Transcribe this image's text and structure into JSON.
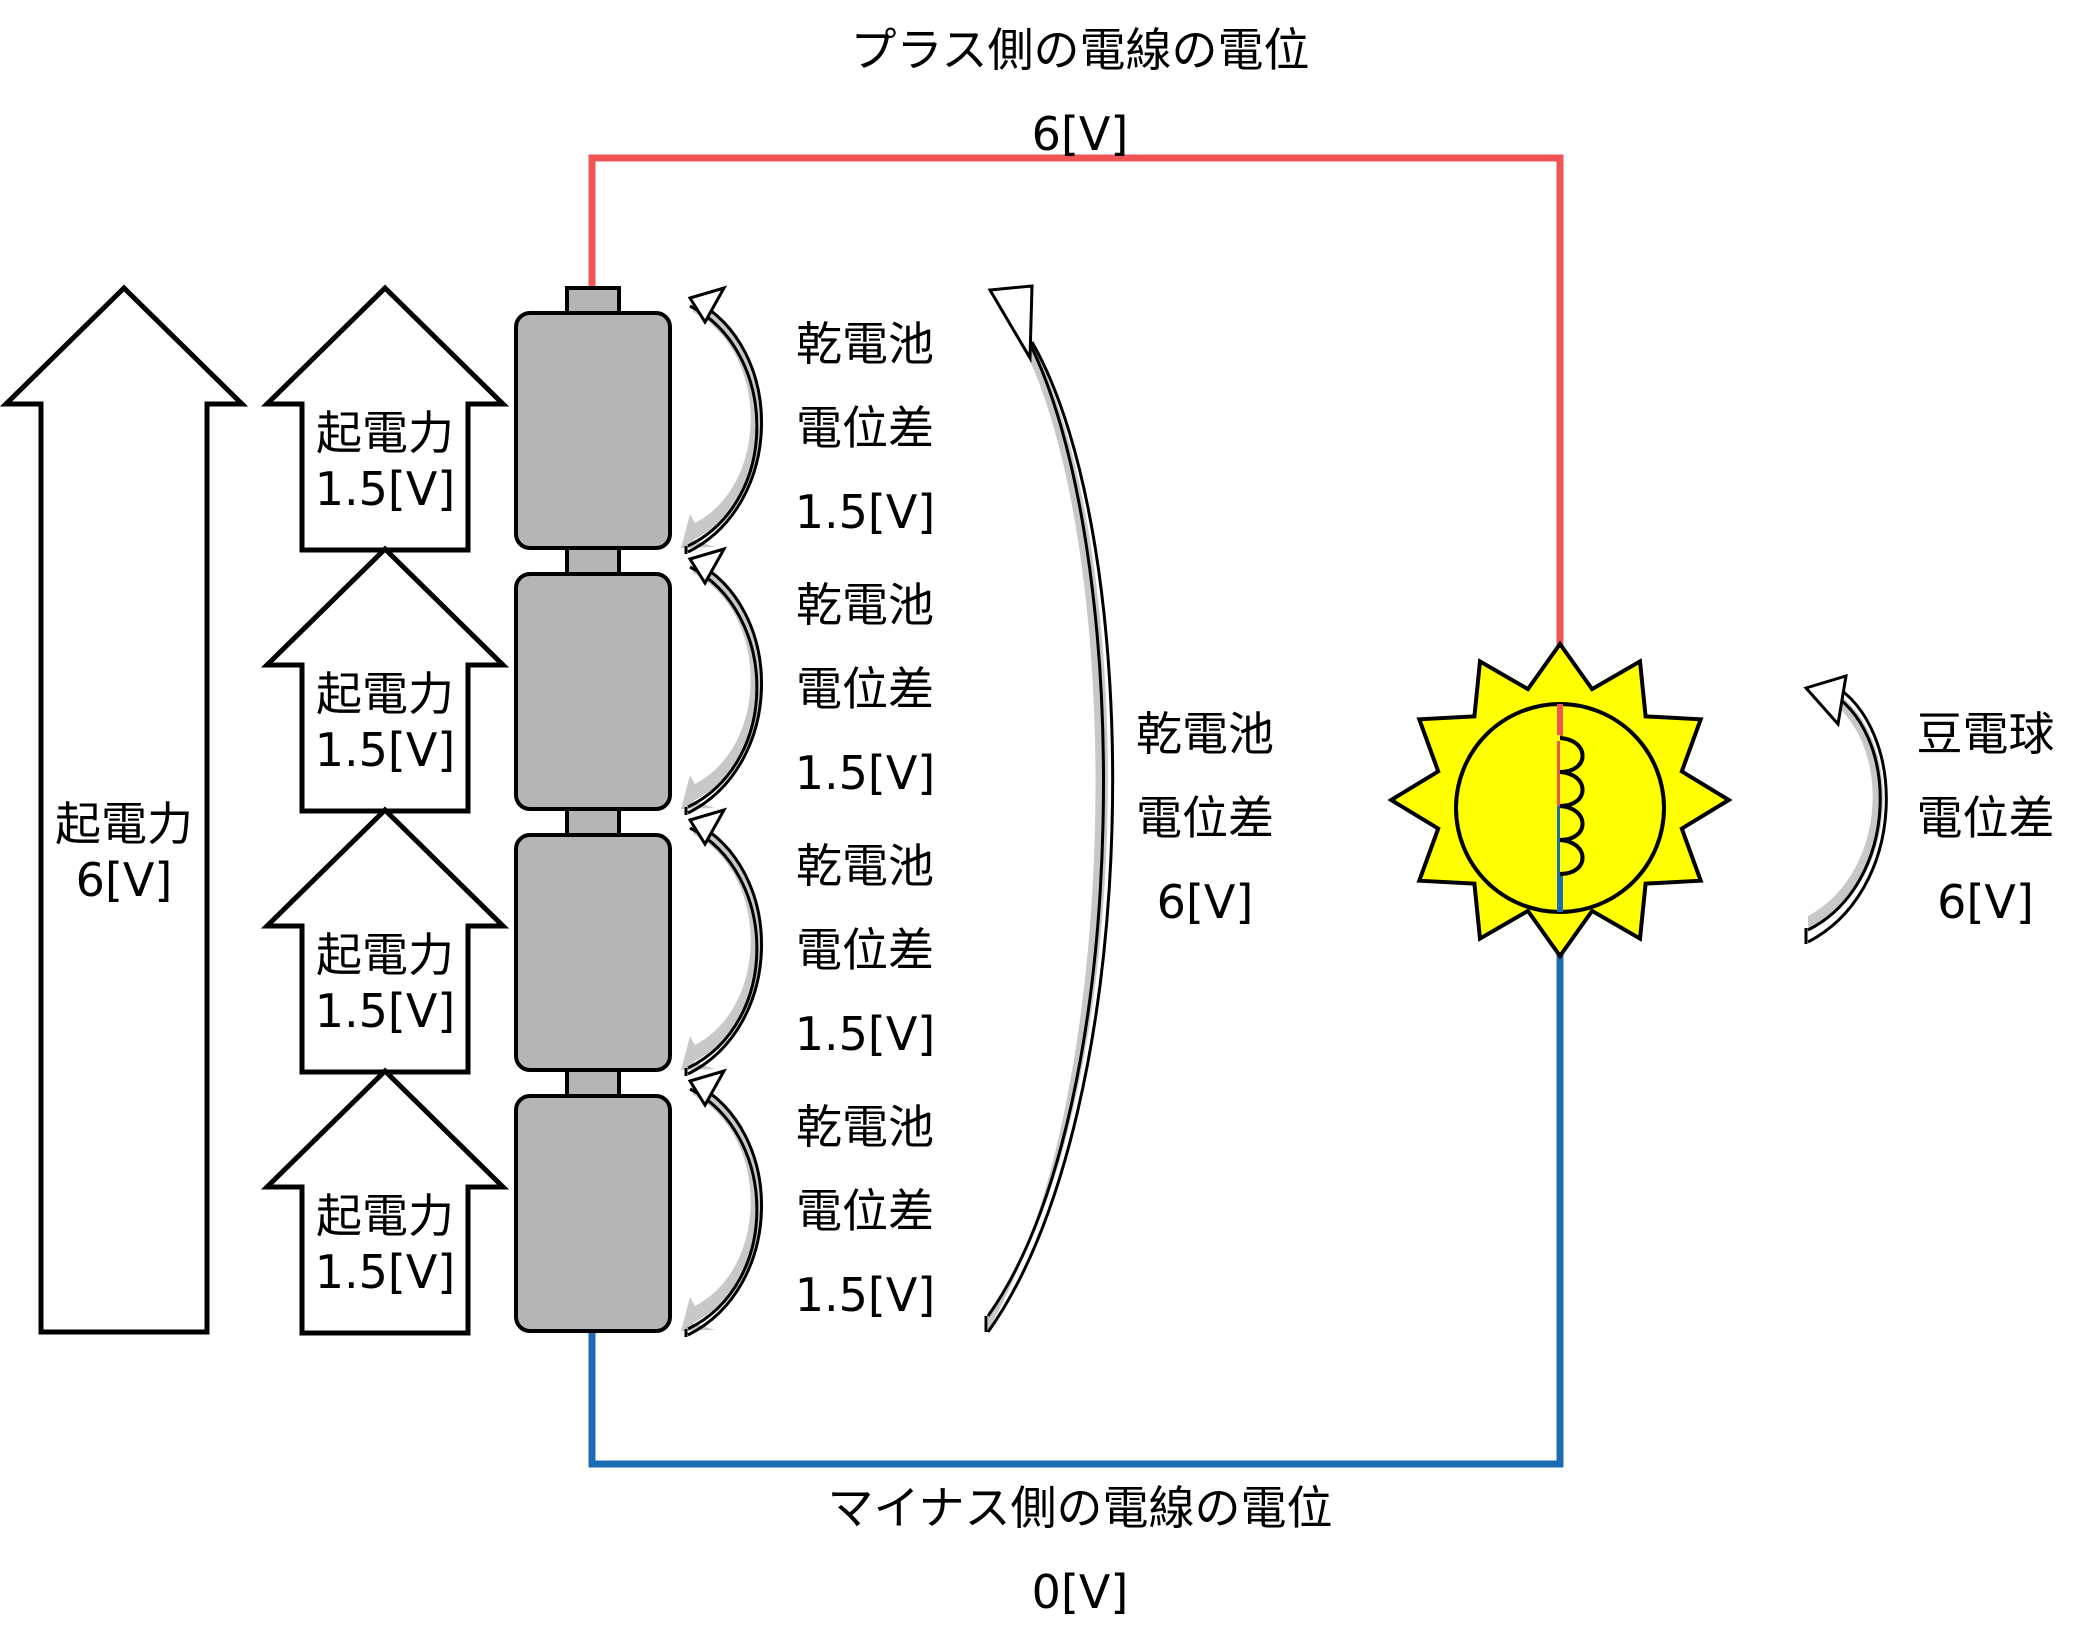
{
  "colors": {
    "plus_wire": "#f05454",
    "minus_wire": "#1a6db5",
    "battery_fill": "#b5b5b5",
    "bulb_glow": "#ffff00",
    "outline": "#000000"
  },
  "plus_wire": {
    "title": "プラス側の電線の電位",
    "value": "6[V]"
  },
  "minus_wire": {
    "title": "マイナス側の電線の電位",
    "value": "0[V]"
  },
  "total_emf": {
    "line1": "起電力",
    "line2": "6[V]"
  },
  "cells": [
    {
      "emf_line1": "起電力",
      "emf_line2": "1.5[V]",
      "pd_line1": "乾電池",
      "pd_line2": "電位差",
      "pd_value": "1.5[V]"
    },
    {
      "emf_line1": "起電力",
      "emf_line2": "1.5[V]",
      "pd_line1": "乾電池",
      "pd_line2": "電位差",
      "pd_value": "1.5[V]"
    },
    {
      "emf_line1": "起電力",
      "emf_line2": "1.5[V]",
      "pd_line1": "乾電池",
      "pd_line2": "電位差",
      "pd_value": "1.5[V]"
    },
    {
      "emf_line1": "起電力",
      "emf_line2": "1.5[V]",
      "pd_line1": "乾電池",
      "pd_line2": "電位差",
      "pd_value": "1.5[V]"
    }
  ],
  "battery_total": {
    "line1": "乾電池",
    "line2": "電位差",
    "value": "6[V]"
  },
  "bulb": {
    "line1": "豆電球",
    "line2": "電位差",
    "value": "6[V]",
    "icon": "light-bulb-icon"
  }
}
